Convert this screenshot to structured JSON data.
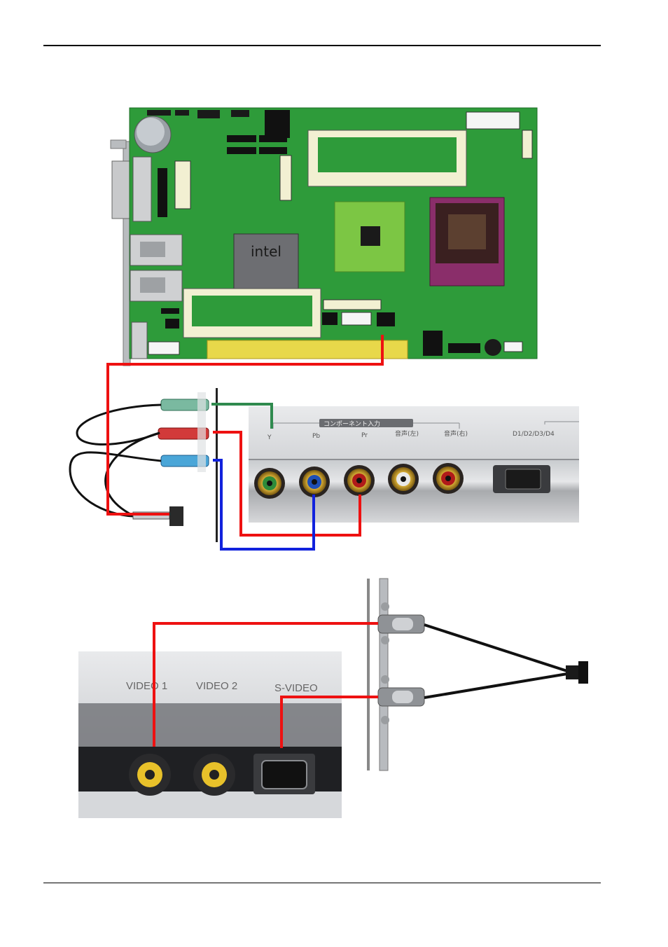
{
  "motherboard": {
    "chip_logo": "intel",
    "colors": {
      "pcb": "#2e9b3a",
      "dimm": "#f2f0d2",
      "gold": "#e8d84a",
      "cpu_socket": "#8a2e6a"
    }
  },
  "tv_component_panel": {
    "header_label": "コンポーネント入力",
    "jack_labels": [
      "Y",
      "Pb",
      "Pr",
      "音声(左)",
      "音声(右)",
      "D1/D2/D3/D4"
    ],
    "jack_colors": [
      "#2e8b3a",
      "#1f4fb5",
      "#b01a1a",
      "#e8e8e8",
      "#b01a1a"
    ]
  },
  "tv_video_panel": {
    "labels": [
      "VIDEO 1",
      "VIDEO 2",
      "S-VIDEO"
    ]
  },
  "wire_colors": {
    "red": "#ee1111",
    "blue": "#1122dd",
    "green": "#2f8a4e",
    "cable": "#111111"
  }
}
